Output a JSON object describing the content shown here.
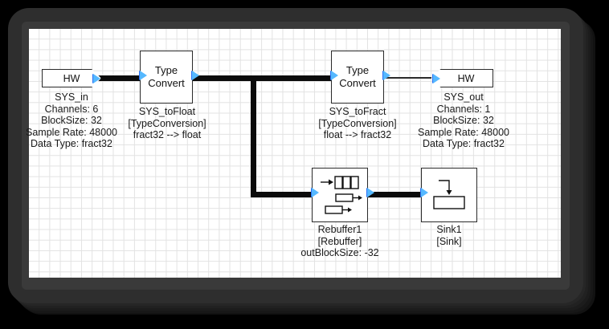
{
  "diagram": {
    "title": "signal-flow-block-diagram",
    "canvas": {
      "grid": true,
      "grid_color": "#e2e2e2",
      "background": "#ffffff"
    },
    "frame_color": "#2e2e2e",
    "port_color": "#2a6ff5"
  },
  "blocks": [
    {
      "id": "sys_in",
      "kind": "hw-source",
      "inner_text": "HW",
      "label_lines": [
        "SYS_in",
        "Channels: 6",
        "BlockSize: 32",
        "Sample Rate: 48000",
        "Data Type: fract32"
      ]
    },
    {
      "id": "sys_tofloat",
      "kind": "type-convert",
      "inner_line1": "Type",
      "inner_line2": "Convert",
      "label_lines": [
        "SYS_toFloat",
        "[TypeConversion]",
        "fract32 --> float"
      ]
    },
    {
      "id": "sys_tofract",
      "kind": "type-convert",
      "inner_line1": "Type",
      "inner_line2": "Convert",
      "label_lines": [
        "SYS_toFract",
        "[TypeConversion]",
        "float --> fract32"
      ]
    },
    {
      "id": "sys_out",
      "kind": "hw-sink",
      "inner_text": "HW",
      "label_lines": [
        "SYS_out",
        "Channels: 1",
        "BlockSize: 32",
        "Sample Rate: 48000",
        "Data Type: fract32"
      ]
    },
    {
      "id": "rebuffer1",
      "kind": "rebuffer",
      "icon": "rebuffer-icon",
      "label_lines": [
        "Rebuffer1",
        "[Rebuffer]",
        "outBlockSize: -32"
      ]
    },
    {
      "id": "sink1",
      "kind": "sink",
      "icon": "sink-icon",
      "label_lines": [
        "Sink1",
        "[Sink]"
      ]
    }
  ],
  "connections": [
    {
      "from": "sys_in",
      "to": "sys_tofloat",
      "style": "thick"
    },
    {
      "from": "sys_tofloat",
      "to": "sys_tofract",
      "style": "thick"
    },
    {
      "from": "sys_tofloat",
      "to": "rebuffer1",
      "style": "thick"
    },
    {
      "from": "sys_tofract",
      "to": "sys_out",
      "style": "thin"
    },
    {
      "from": "rebuffer1",
      "to": "sink1",
      "style": "thick"
    }
  ]
}
